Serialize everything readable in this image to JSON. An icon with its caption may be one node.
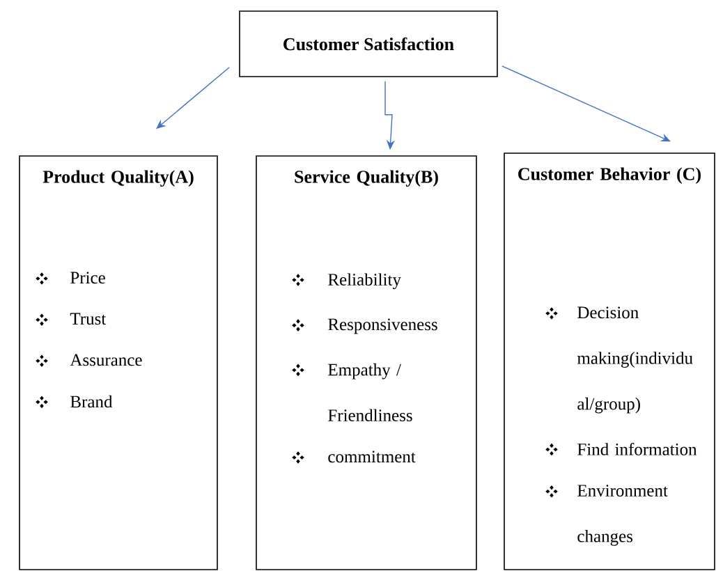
{
  "diagram": {
    "nodes": [
      {
        "text": [
          "Customer Satisfaction"
        ]
      },
      {
        "text": [
          "Product Quality(A)",
          "Price",
          "Trust",
          "Assurance",
          "Brand"
        ]
      },
      {
        "text": [
          "Service Quality(B)",
          "Reliability",
          "Responsiveness",
          "Empathy / Friendliness",
          "commitment"
        ]
      },
      {
        "text": [
          "Customer Behavior (C)",
          "Decision making(individu al/group)",
          "Find information",
          "Environment changes"
        ]
      }
    ],
    "edges": [
      {
        "from": 0,
        "to": 1,
        "arrow": "to"
      },
      {
        "from": 0,
        "to": 2,
        "arrow": "to"
      },
      {
        "from": 0,
        "to": 3,
        "arrow": "to"
      }
    ]
  }
}
